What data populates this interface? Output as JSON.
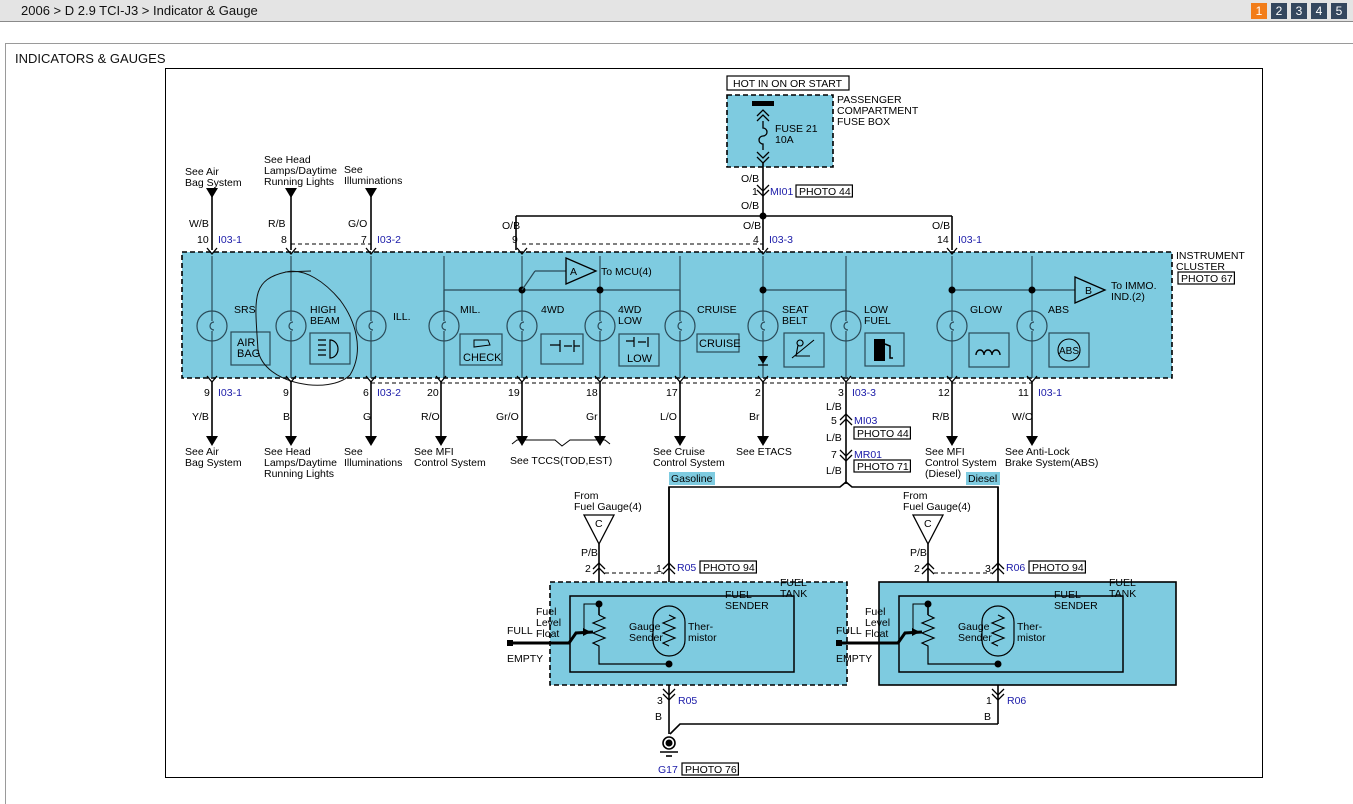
{
  "breadcrumb": "2006 > D 2.9 TCI-J3 > Indicator & Gauge",
  "pages": [
    {
      "label": "1",
      "active": true
    },
    {
      "label": "2",
      "active": false
    },
    {
      "label": "3",
      "active": false
    },
    {
      "label": "4",
      "active": false
    },
    {
      "label": "5",
      "active": false
    }
  ],
  "section_title": "INDICATORS & GAUGES",
  "colors": {
    "fill": "#7ecbe0",
    "connector": "#1a1aa8",
    "active_page": "#f27d1a",
    "page": "#34475e"
  },
  "diagram": {
    "power": {
      "hot_label": "HOT IN ON OR START",
      "fusebox_label": [
        "PASSENGER",
        "COMPARTMENT",
        "FUSE BOX"
      ],
      "fuse_label": [
        "FUSE 21",
        "10A"
      ],
      "wire": "O/B",
      "connector": {
        "pin": "1",
        "id": "MI01",
        "photo": "PHOTO 44"
      }
    },
    "cluster": {
      "label": [
        "INSTRUMENT",
        "CLUSTER"
      ],
      "photo": "PHOTO 67",
      "top_pins": [
        {
          "pin": "10",
          "conn": "I03-1",
          "wire": "W/B",
          "ref": [
            "See Air",
            "Bag System"
          ]
        },
        {
          "pin": "8",
          "conn": "",
          "wire": "R/B",
          "ref": [
            "See Head",
            "Lamps/Daytime",
            "Running Lights"
          ]
        },
        {
          "pin": "7",
          "conn": "I03-2",
          "wire": "G/O",
          "ref": [
            "See",
            "Illuminations"
          ]
        },
        {
          "pin": "9",
          "conn": "",
          "wire": "O/B",
          "ref": []
        },
        {
          "pin": "4",
          "conn": "I03-3",
          "wire": "O/B",
          "ref": []
        },
        {
          "pin": "14",
          "conn": "I03-1",
          "wire": "O/B",
          "ref": []
        }
      ],
      "lamps": [
        {
          "name": "SRS",
          "icon_text": [
            "AIR",
            "BAG"
          ]
        },
        {
          "name": "HIGH BEAM",
          "icon_text": []
        },
        {
          "name": "ILL.",
          "icon_text": []
        },
        {
          "name": "MIL.",
          "icon_text": [
            "CHECK"
          ]
        },
        {
          "name": "4WD",
          "icon_text": []
        },
        {
          "name": "4WD LOW",
          "icon_text": [
            "LOW"
          ]
        },
        {
          "name": "CRUISE",
          "icon_text": [
            "CRUISE"
          ]
        },
        {
          "name": "SEAT BELT",
          "icon_text": []
        },
        {
          "name": "LOW FUEL",
          "icon_text": []
        },
        {
          "name": "GLOW",
          "icon_text": []
        },
        {
          "name": "ABS",
          "icon_text": [
            "ABS"
          ]
        }
      ],
      "offpage": [
        {
          "letter": "A",
          "label": [
            "To MCU(4)"
          ]
        },
        {
          "letter": "B",
          "label": [
            "To IMMO.",
            "IND.(2)"
          ]
        }
      ],
      "bottom_pins": [
        {
          "pin": "9",
          "conn": "I03-1",
          "wire": "Y/B",
          "ref": [
            "See Air",
            "Bag System"
          ]
        },
        {
          "pin": "9",
          "conn": "",
          "wire": "B",
          "ref": [
            "See Head",
            "Lamps/Daytime",
            "Running Lights"
          ]
        },
        {
          "pin": "6",
          "conn": "I03-2",
          "wire": "G",
          "ref": [
            "See",
            "Illuminations"
          ]
        },
        {
          "pin": "20",
          "conn": "",
          "wire": "R/O",
          "ref": [
            "See MFI",
            "Control System"
          ]
        },
        {
          "pin": "19",
          "conn": "",
          "wire": "Gr/O",
          "ref": []
        },
        {
          "pin": "18",
          "conn": "",
          "wire": "Gr",
          "ref": []
        },
        {
          "pin": "17",
          "conn": "",
          "wire": "L/O",
          "ref": [
            "See Cruise",
            "Control System"
          ]
        },
        {
          "pin": "2",
          "conn": "",
          "wire": "Br",
          "ref": [
            "See ETACS"
          ]
        },
        {
          "pin": "3",
          "conn": "I03-3",
          "wire": "L/B",
          "ref": []
        },
        {
          "pin": "12",
          "conn": "",
          "wire": "R/B",
          "ref": [
            "See MFI",
            "Control System",
            "(Diesel)"
          ]
        },
        {
          "pin": "11",
          "conn": "I03-1",
          "wire": "W/O",
          "ref": [
            "See Anti-Lock",
            "Brake System(ABS)"
          ]
        }
      ],
      "tccs_ref": "See TCCS(TOD,EST)"
    },
    "fuel_line": {
      "wire": "L/B",
      "conn1": {
        "pin": "5",
        "id": "MI03",
        "photo": "PHOTO 44"
      },
      "conn2": {
        "pin": "7",
        "id": "MR01",
        "photo": "PHOTO 71"
      },
      "gasoline_tag": "Gasoline",
      "diesel_tag": "Diesel"
    },
    "senders": [
      {
        "variant": "gasoline",
        "from_label": [
          "From",
          "Fuel Gauge(4)"
        ],
        "offpage": "C",
        "wire": "P/B",
        "pin_left": "2",
        "pin_right": "1",
        "conn": "R05",
        "photo": "PHOTO 94",
        "tank_label": [
          "FUEL",
          "TANK"
        ],
        "sender_label": [
          "FUEL",
          "SENDER"
        ],
        "float_label": [
          "Fuel",
          "Level",
          "Float"
        ],
        "full": "FULL",
        "empty": "EMPTY",
        "gauge_label": [
          "Gauge",
          "Sender"
        ],
        "thermistor_label": [
          "Ther-",
          "mistor"
        ],
        "ground_pin": "3",
        "ground_conn": "R05",
        "ground_wire": "B"
      },
      {
        "variant": "diesel",
        "from_label": [
          "From",
          "Fuel Gauge(4)"
        ],
        "offpage": "C",
        "wire": "P/B",
        "pin_left": "2",
        "pin_right": "3",
        "conn": "R06",
        "photo": "PHOTO 94",
        "tank_label": [
          "FUEL",
          "TANK"
        ],
        "sender_label": [
          "FUEL",
          "SENDER"
        ],
        "float_label": [
          "Fuel",
          "Level",
          "Float"
        ],
        "full": "FULL",
        "empty": "EMPTY",
        "gauge_label": [
          "Gauge",
          "Sender"
        ],
        "thermistor_label": [
          "Ther-",
          "mistor"
        ],
        "ground_pin": "1",
        "ground_conn": "R06",
        "ground_wire": "B"
      }
    ],
    "ground": {
      "id": "G17",
      "photo": "PHOTO 76"
    }
  }
}
